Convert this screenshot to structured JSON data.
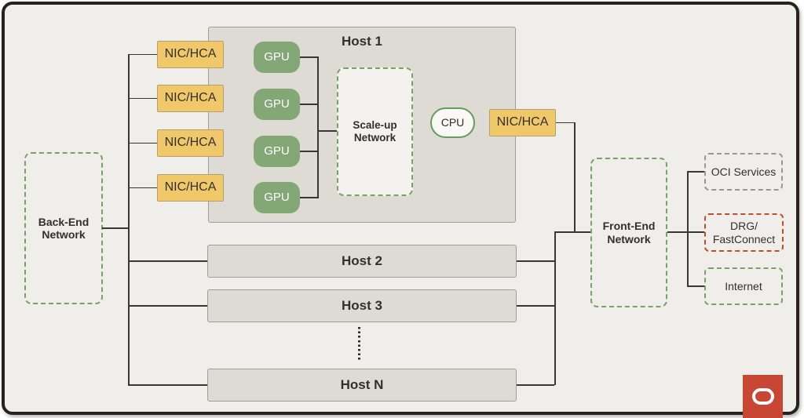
{
  "nodes": {
    "backend_network": "Back-End Network",
    "nic_hca": "NIC/HCA",
    "host1": "Host 1",
    "gpu": "GPU",
    "scale_up_network": "Scale-up Network",
    "cpu": "CPU",
    "host2": "Host 2",
    "host3": "Host 3",
    "host_n": "Host N",
    "frontend_network": "Front-End Network",
    "oci_services": "OCI Services",
    "drg_fastconnect_line1": "DRG/",
    "drg_fastconnect_line2": "FastConnect",
    "internet": "Internet"
  },
  "colors": {
    "background": "#f0eeea",
    "frame_border": "#272220",
    "host_fill": "#dedbd5",
    "host_border": "#a19d95",
    "nic_fill": "#f0c869",
    "gpu_fill": "#83a876",
    "dashed_green": "#74a463",
    "dashed_gray": "#9c978e",
    "dashed_red": "#bf5026",
    "connector_line": "#3a3633",
    "oracle_red": "#c74634",
    "text": "#33302b"
  },
  "logo": {
    "icon": "oracle-logo"
  }
}
